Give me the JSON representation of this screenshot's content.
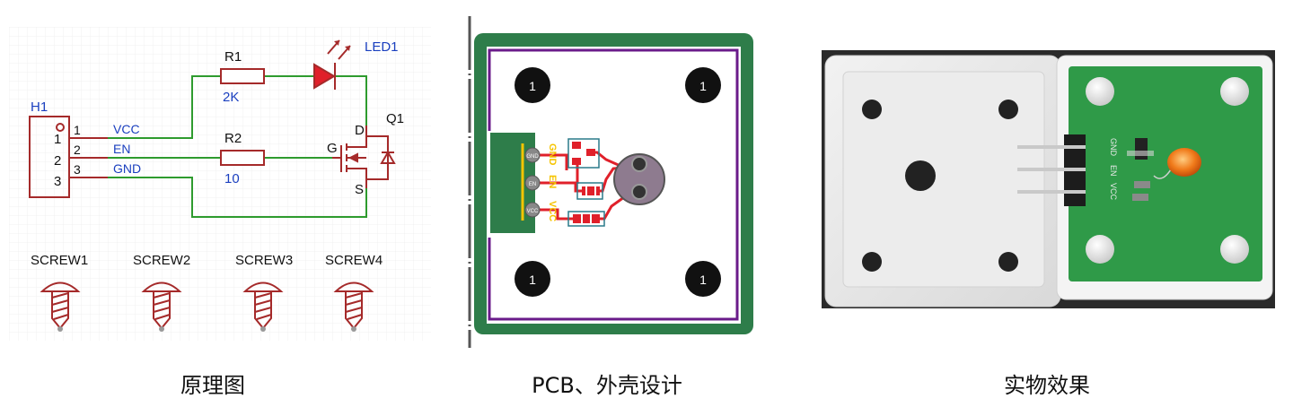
{
  "schematic": {
    "connector": {
      "ref": "H1",
      "pins": [
        "1",
        "2",
        "3"
      ],
      "pin_inside": [
        "1",
        "2",
        "3"
      ]
    },
    "nets": [
      "VCC",
      "EN",
      "GND"
    ],
    "r1": {
      "ref": "R1",
      "value": "2K"
    },
    "r2": {
      "ref": "R2",
      "value": "10"
    },
    "led": {
      "ref": "LED1"
    },
    "mosfet": {
      "ref": "Q1",
      "d": "D",
      "g": "G",
      "s": "S"
    },
    "screws": [
      "SCREW1",
      "SCREW2",
      "SCREW3",
      "SCREW4"
    ]
  },
  "pcb": {
    "hole_label": "1",
    "silk_labels": [
      "GND",
      "EN",
      "VCC"
    ],
    "pad_labels": [
      "GND",
      "EN",
      "VCC"
    ]
  },
  "photo": {
    "silk_labels": [
      "GND",
      "EN",
      "VCC"
    ]
  },
  "captions": {
    "schematic": "原理图",
    "pcb": "PCB、外壳设计",
    "photo": "实物效果"
  },
  "colors": {
    "wire": "#2e9b2e",
    "component": "#a52a2a",
    "label_blue": "#1a3fbf",
    "pcb_green": "#2e7d4a",
    "outline_purple": "#6a1b8a",
    "trace_red": "#e0202a",
    "silk_yellow": "#f5c400"
  }
}
